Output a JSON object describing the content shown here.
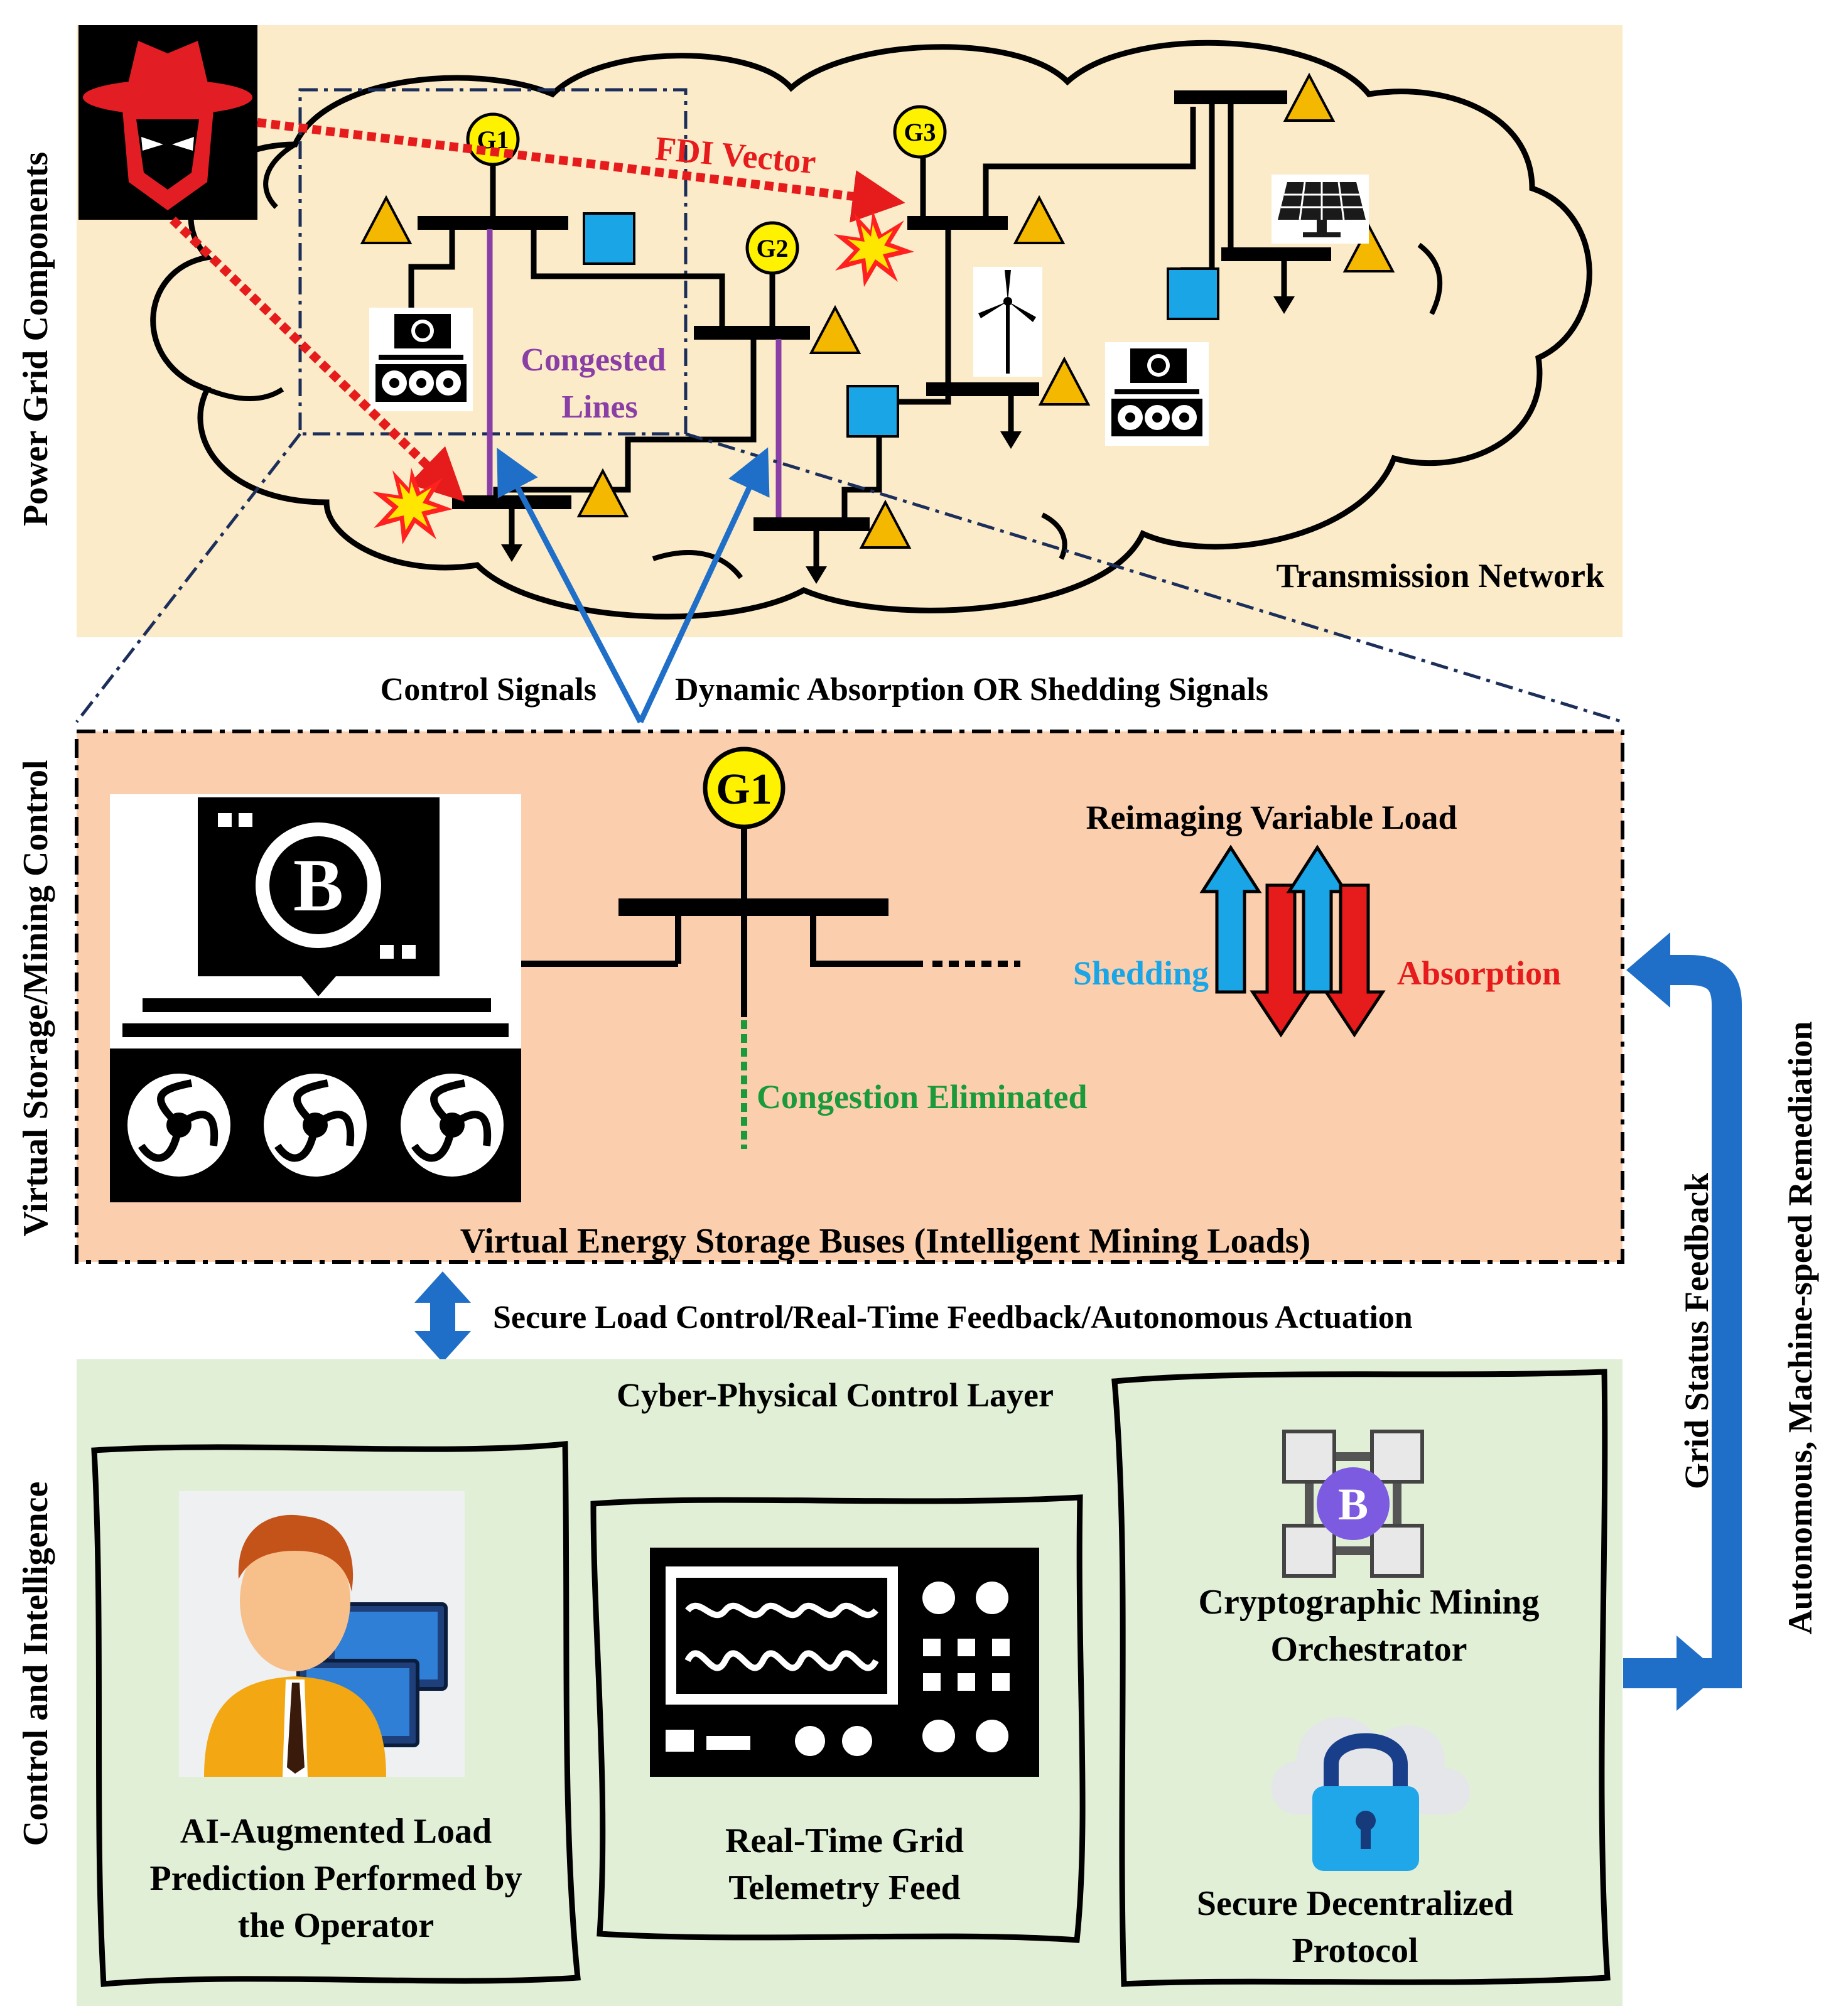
{
  "colors": {
    "panel_top": "#fcebc9",
    "panel_mid": "#fbcfae",
    "panel_bottom": "#e0efd6",
    "attack_red": "#e61b1b",
    "signal_blue": "#1f6fc8",
    "shedding_blue": "#1aa6e6",
    "absorption_red": "#e61b1b",
    "green": "#1a9a3a",
    "congested_purple": "#8a3fa6",
    "generator_yellow": "#fff200",
    "storage_cyan": "#1aa6e6",
    "dash_navy": "#1c2f5a"
  },
  "side_labels": {
    "top": "Power Grid Components",
    "middle": "Virtual Storage/Mining Control",
    "bottom": "Control and Intelligence",
    "right_outer": "Autonomous, Machine-speed Remediation",
    "right_inner": "Grid Status Feedback"
  },
  "grid": {
    "fdi_vector": "FDI Vector",
    "congested_line1": "Congested",
    "congested_line2": "Lines",
    "network_label": "Transmission Network",
    "generators": [
      "G1",
      "G2",
      "G3"
    ],
    "icons": [
      "hacker-icon",
      "mining-rig-icon",
      "wind-turbine-icon",
      "solar-panel-icon",
      "storage-square-icon",
      "load-triangle-icon",
      "explosion-icon"
    ]
  },
  "signals": {
    "control": "Control Signals",
    "dynamic": "Dynamic Absorption OR Shedding Signals"
  },
  "storage": {
    "generator": "G1",
    "reimaging": "Reimaging Variable Load",
    "shedding": "Shedding",
    "absorption": "Absorption",
    "congestion": "Congestion Eliminated",
    "caption": "Virtual Energy Storage Buses (Intelligent Mining Loads)"
  },
  "link_label": "Secure Load Control/Real-Time Feedback/Autonomous Actuation",
  "control": {
    "title": "Cyber-Physical Control Layer",
    "ai_line1": "AI-Augmented Load",
    "ai_line2": "Prediction Performed by",
    "ai_line3": "the Operator",
    "telemetry_line1": "Real-Time Grid",
    "telemetry_line2": "Telemetry Feed",
    "crypto_line1": "Cryptographic Mining",
    "crypto_line2": "Orchestrator",
    "secure_line1": "Secure Decentralized",
    "secure_line2": "Protocol"
  }
}
